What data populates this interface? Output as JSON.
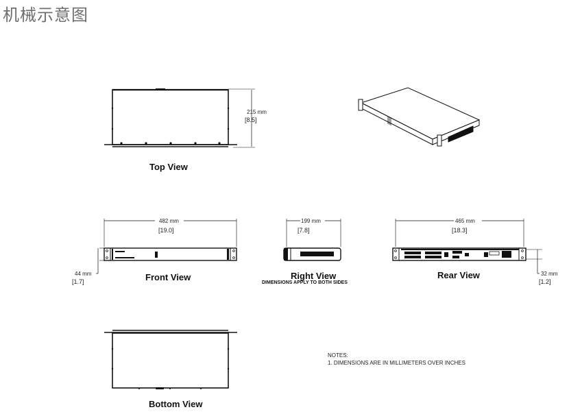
{
  "page": {
    "title": "机械示意图"
  },
  "views": {
    "top": {
      "label": "Top View",
      "height_mm": "215 mm",
      "height_in": "8.5"
    },
    "isometric": {
      "label": ""
    },
    "front": {
      "label": "Front View",
      "width_mm": "482 mm",
      "width_in": "19.0",
      "height_mm": "44 mm",
      "height_in": "1.7"
    },
    "right": {
      "label": "Right View",
      "note": "DIMENSIONS APPLY TO BOTH SIDES",
      "depth_mm": "199 mm",
      "depth_in": "7.8"
    },
    "rear": {
      "label": "Rear View",
      "width_mm": "465 mm",
      "width_in": "18.3",
      "height_mm": "32 mm",
      "height_in": "1.2"
    },
    "bottom": {
      "label": "Bottom View"
    }
  },
  "notes": {
    "heading": "NOTES:",
    "items": [
      "1. DIMENSIONS ARE IN MILLIMETERS OVER INCHES"
    ]
  }
}
